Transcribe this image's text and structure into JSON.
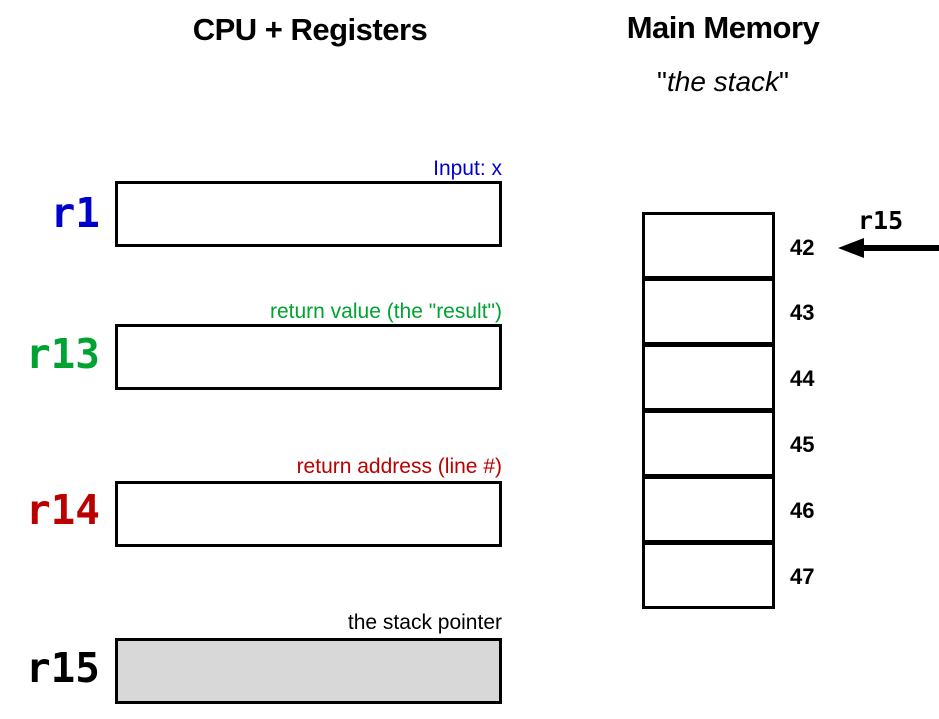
{
  "diagram": {
    "cpu_panel": {
      "heading": "CPU + Registers",
      "registers": [
        {
          "name": "r1",
          "note": "Input: x",
          "color": "#0000CC",
          "fill": "#FFFFFF"
        },
        {
          "name": "r13",
          "note": "return value (the \"result\")",
          "color": "#00A331",
          "fill": "#FFFFFF"
        },
        {
          "name": "r14",
          "note": "return address (line #)",
          "color": "#BB0000",
          "fill": "#FFFFFF"
        },
        {
          "name": "r15",
          "note": "the stack pointer",
          "color": "#000000",
          "fill": "#D8D8D8"
        }
      ]
    },
    "memory_panel": {
      "heading": "Main Memory",
      "subheading_quote_open": "\"",
      "subheading_inner": "the stack",
      "subheading_quote_close": "\"",
      "addresses": [
        "42",
        "43",
        "44",
        "45",
        "46",
        "47"
      ],
      "pointer": {
        "label": "r15",
        "points_to_address": "42",
        "direction": "left"
      }
    }
  }
}
